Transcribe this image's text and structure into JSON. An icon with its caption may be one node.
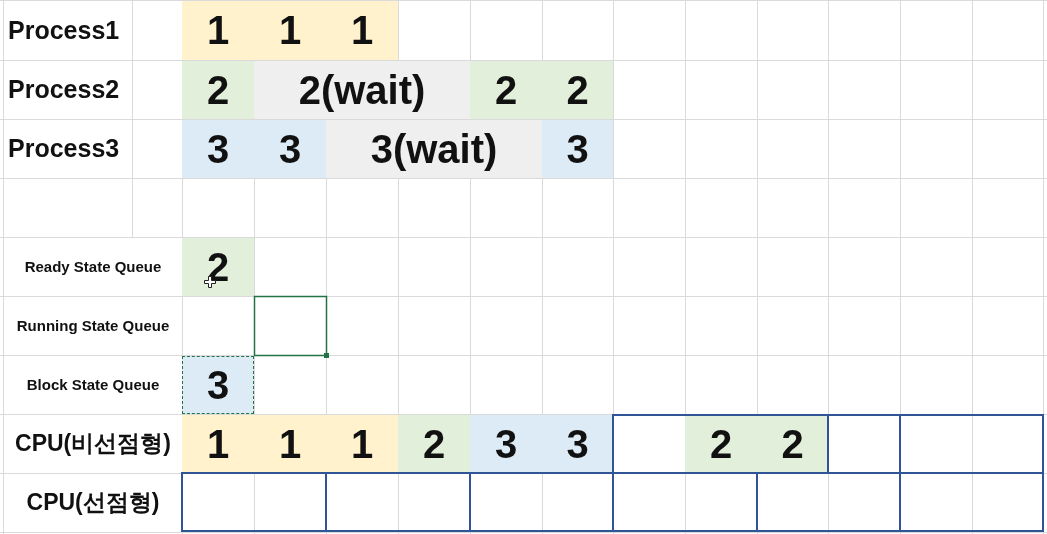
{
  "diagram": {
    "labels": [
      "Process1",
      "1",
      "1",
      "1",
      "Process2",
      "2",
      "2(wait)",
      "2",
      "2",
      "Process3",
      "3",
      "3",
      "3(wait)",
      "3",
      "Ready State Queue",
      "2",
      "Running State Queue",
      "Block State Queue",
      "3",
      "CPU(비선점형)",
      "1",
      "1",
      "1",
      "2",
      "3",
      "3",
      "2",
      "2",
      "CPU(선점형)"
    ]
  }
}
